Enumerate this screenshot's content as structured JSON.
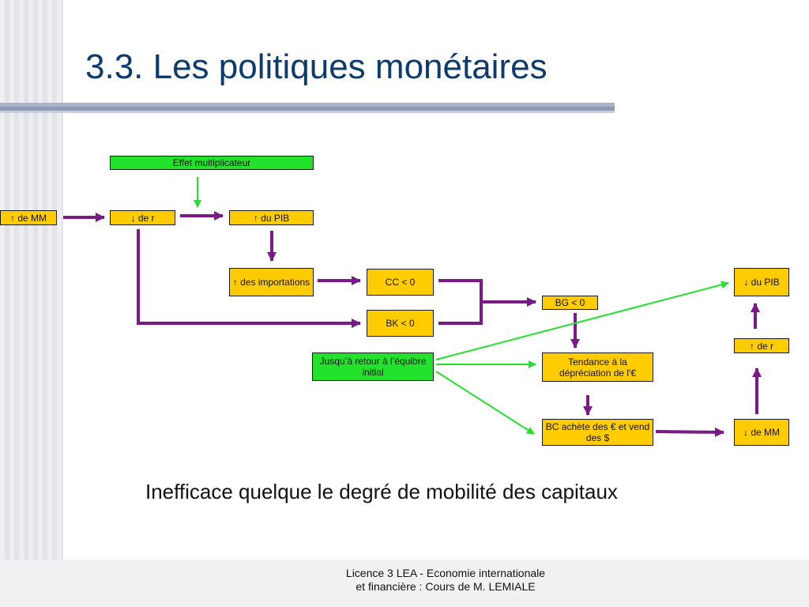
{
  "slide": {
    "title": "3.3. Les politiques monétaires",
    "conclusion": "Inefficace quelque le degré de mobilité des capitaux",
    "footer": {
      "line1": "Licence 3 LEA - Economie internationale",
      "line2": "et financière : Cours de M. LEMIALE"
    }
  },
  "colors": {
    "title": "#0d3b6e",
    "box_yellow": "#ffcc00",
    "box_green": "#22e22b",
    "arrow_purple": "#7a1a86",
    "arrow_green": "#22e22b"
  },
  "diagram": {
    "effet_multiplicateur": "Effet multiplicateur",
    "hausse_mm": "↑ de MM",
    "baisse_r": "↓ de r",
    "hausse_pib": "↑ du PIB",
    "hausse_importations": "↑ des importations",
    "cc": "CC < 0",
    "bk": "BK < 0",
    "bg": "BG < 0",
    "retour_equilibre": "Jusqu’à retour à l’équibre initial",
    "tendance_depreciation": "Tendance à la dépréciation de l'€",
    "bc_achete": "BC achète des € et vend des $",
    "baisse_pib": "↓ du PIB",
    "hausse_r": "↑ de r",
    "baisse_mm": "↓ de MM"
  }
}
